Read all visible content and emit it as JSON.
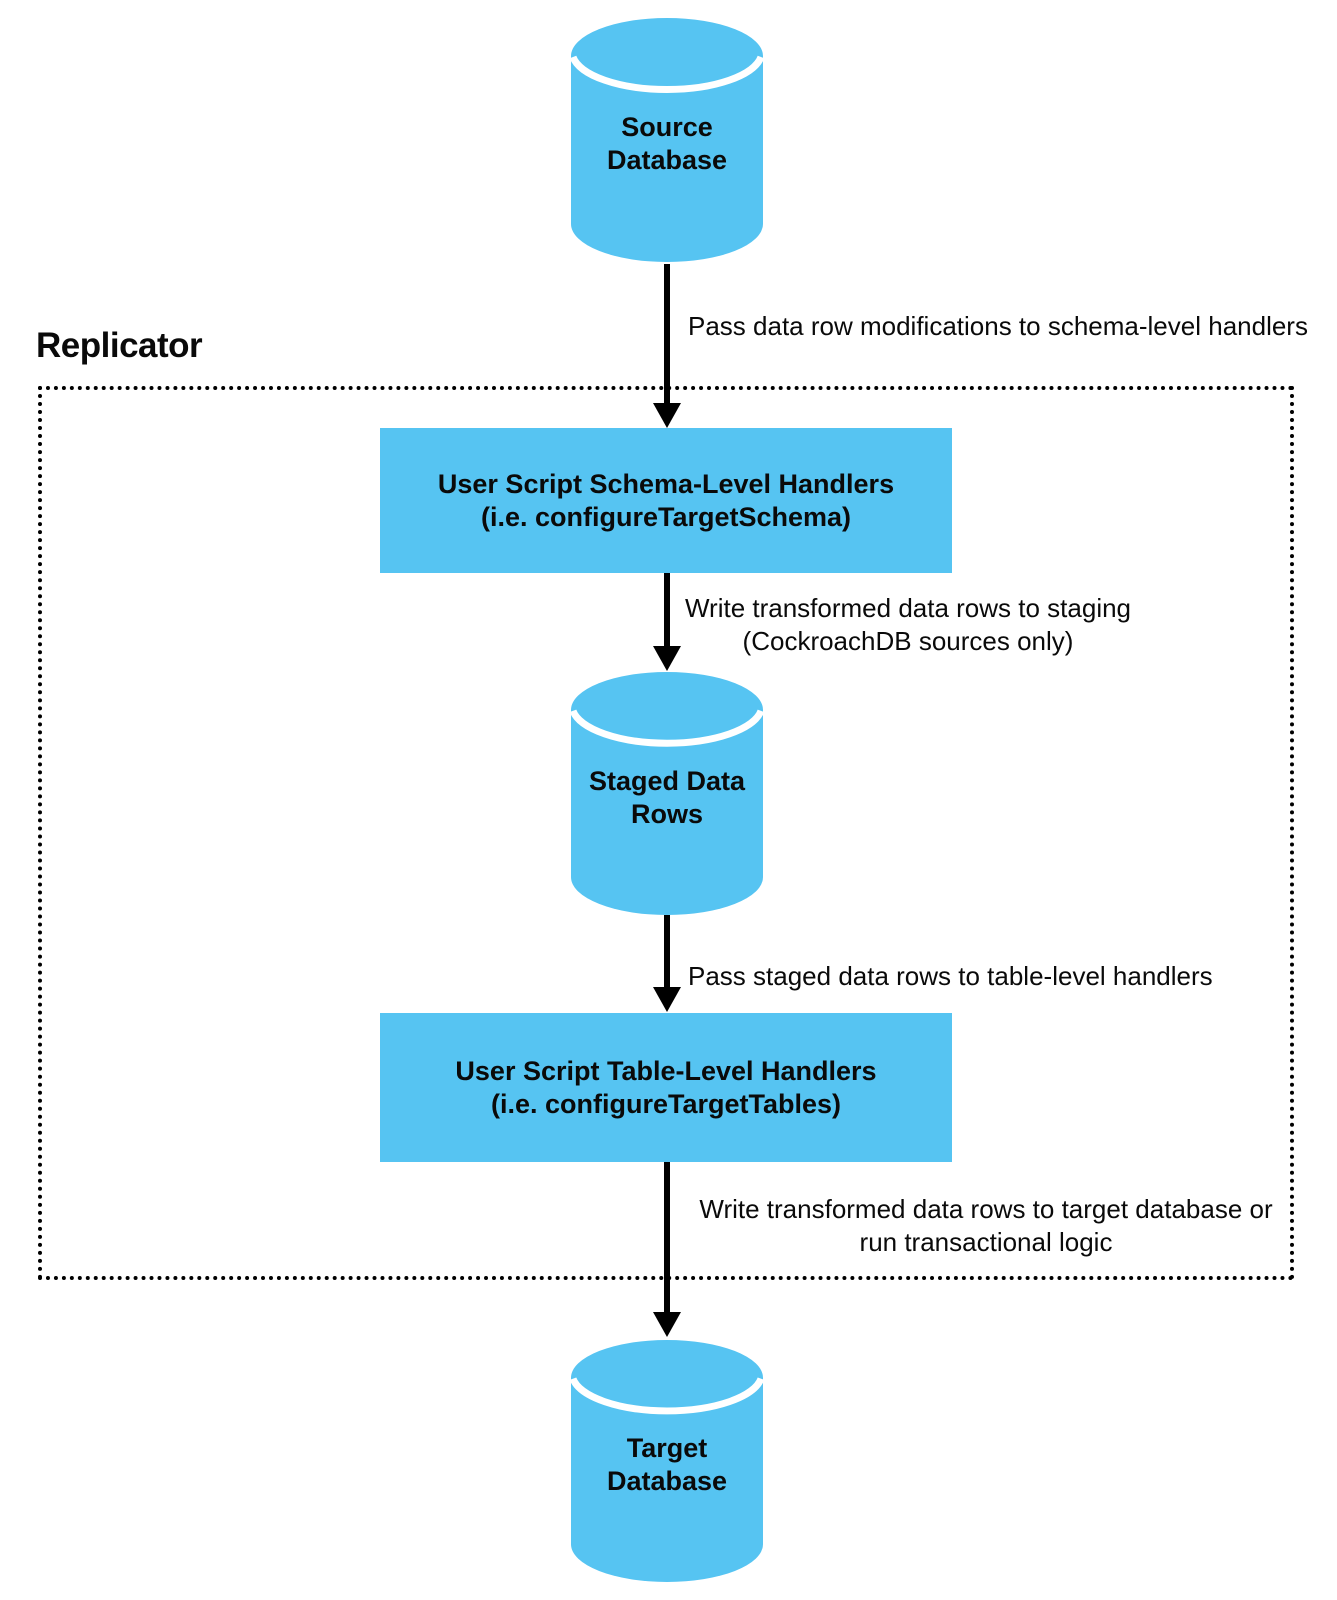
{
  "colors": {
    "node_fill": "#56C4F2",
    "arrow": "#000000",
    "text": "#0A0A0A",
    "background": "#FFFFFF",
    "cylinder_band": "#FFFFFF"
  },
  "replicator": {
    "label": "Replicator"
  },
  "nodes": {
    "source": {
      "line1": "Source",
      "line2": "Database"
    },
    "schema_handlers": {
      "line1": "User Script Schema-Level Handlers",
      "line2": "(i.e. configureTargetSchema)"
    },
    "staged": {
      "line1": "Staged Data",
      "line2": "Rows"
    },
    "table_handlers": {
      "line1": "User Script Table-Level Handlers",
      "line2": "(i.e. configureTargetTables)"
    },
    "target": {
      "line1": "Target",
      "line2": "Database"
    }
  },
  "edges": {
    "source_to_schema": {
      "label": "Pass data row modifications to schema-level handlers"
    },
    "schema_to_staged": {
      "line1": "Write transformed data rows to staging",
      "line2": "(CockroachDB sources only)"
    },
    "staged_to_table": {
      "label": "Pass staged data rows to table-level handlers"
    },
    "table_to_target": {
      "line1": "Write transformed data rows to target database or",
      "line2": "run transactional logic"
    }
  }
}
